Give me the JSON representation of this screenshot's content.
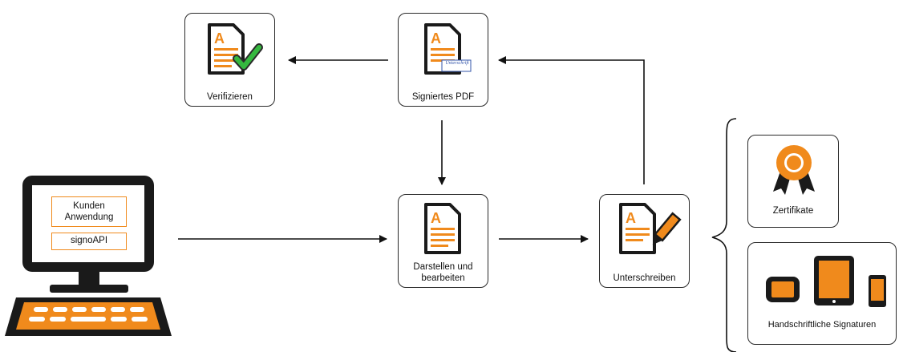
{
  "nodes": {
    "verify": {
      "label": "Verifizieren",
      "icon": "document-check-icon"
    },
    "signed_pdf": {
      "label": "Signiertes PDF",
      "icon": "signed-document-icon",
      "signature_text": "Unterschrift"
    },
    "display_edit": {
      "label_line1": "Darstellen und",
      "label_line2": "bearbeiten",
      "icon": "document-icon"
    },
    "sign": {
      "label": "Unterschreiben",
      "icon": "document-pen-icon"
    },
    "certificates": {
      "label": "Zertifikate",
      "icon": "certificate-badge-icon"
    },
    "handwritten": {
      "label": "Handschriftliche Signaturen",
      "icon": "signature-devices-icon"
    }
  },
  "computer": {
    "app_line1": "Kunden",
    "app_line2": "Anwendung",
    "api_label": "signoAPI"
  },
  "colors": {
    "accent": "#f08a1c",
    "dark": "#1a1a1a",
    "border": "#2a2a2a"
  }
}
